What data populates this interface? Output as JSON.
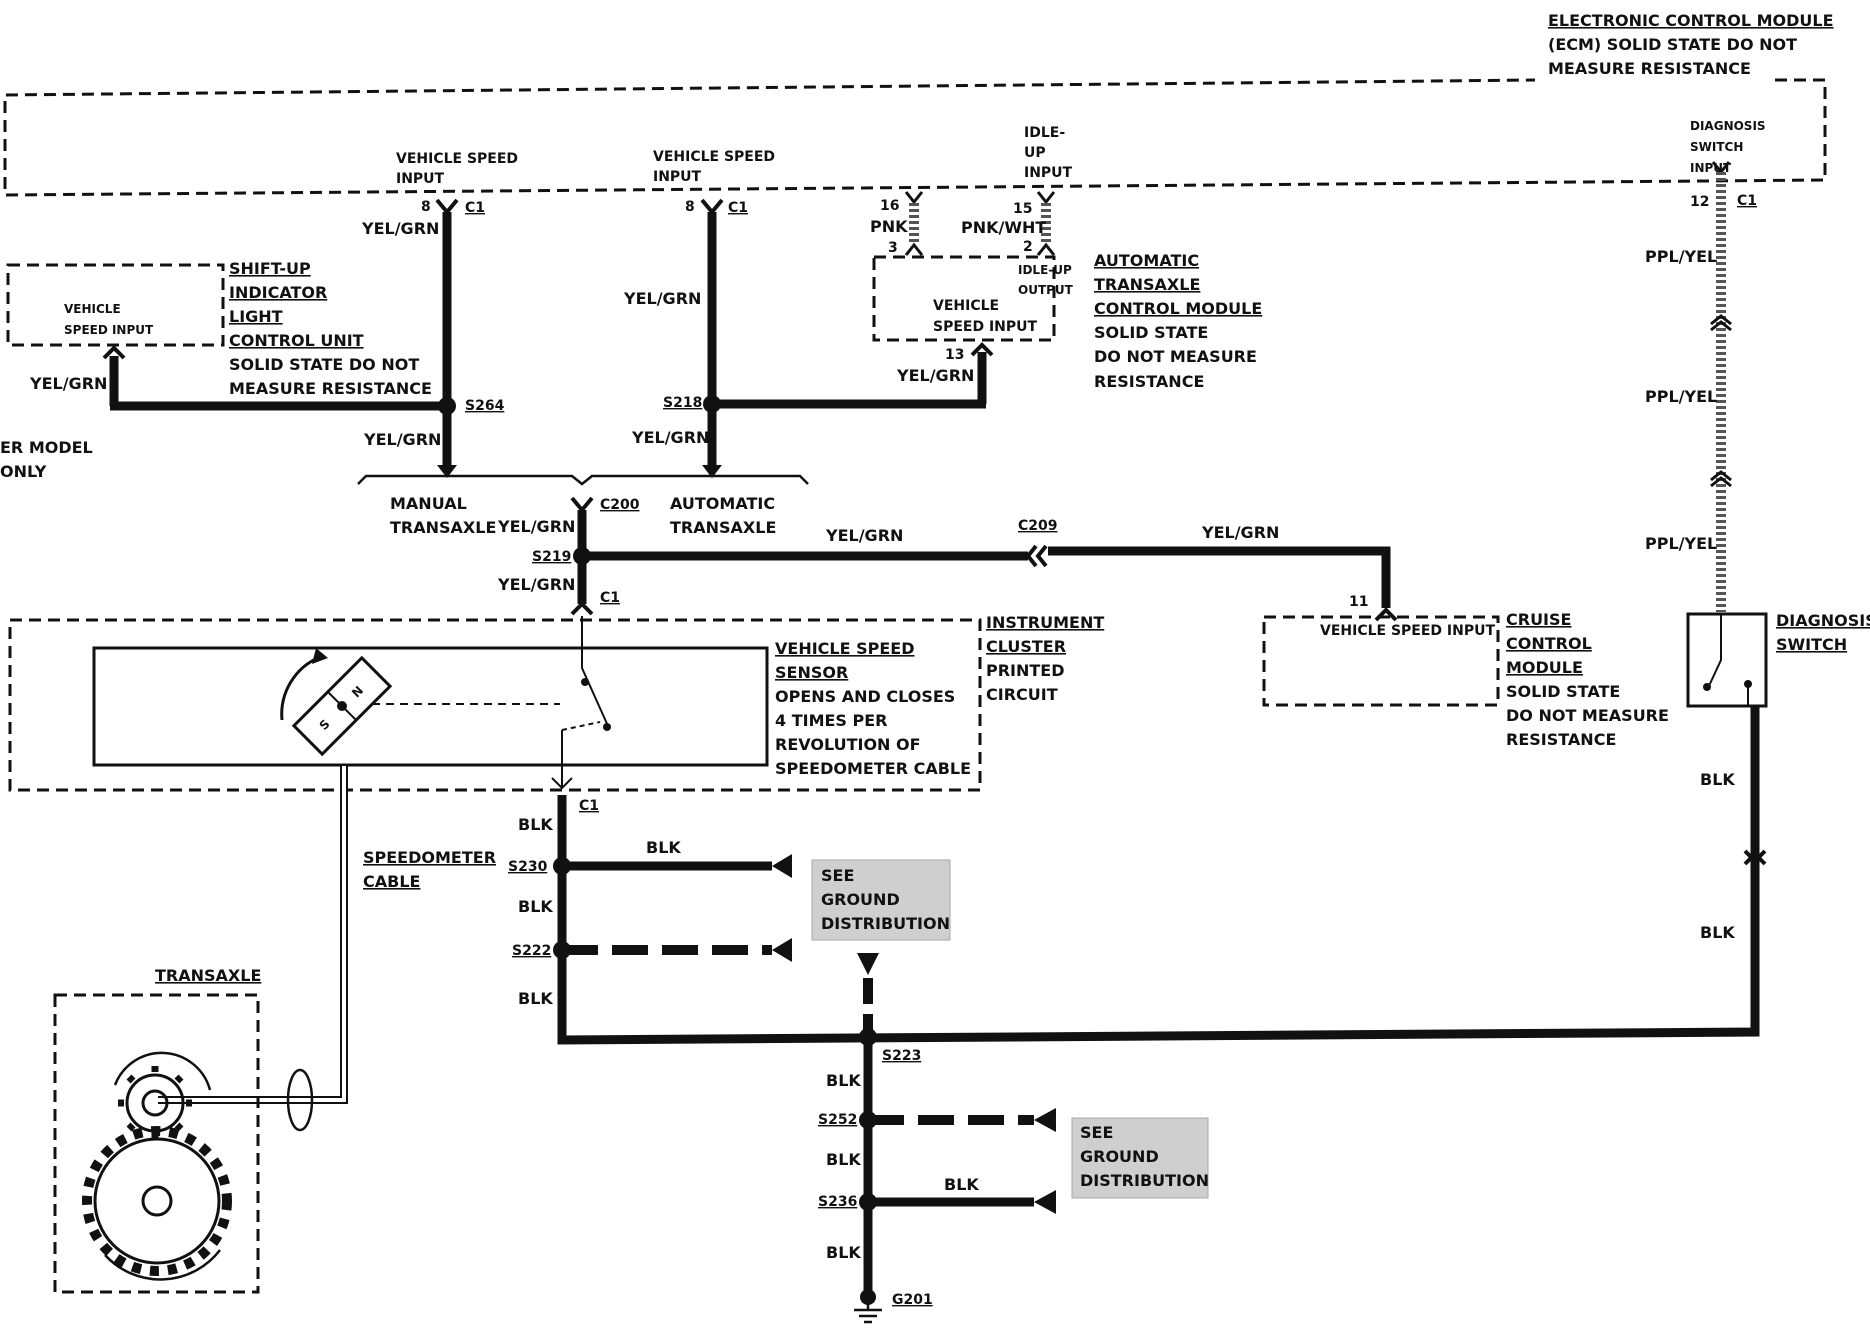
{
  "ecm": {
    "title": "ELECTRONIC CONTROL MODULE",
    "line2": "(ECM) SOLID STATE DO NOT",
    "line3": "MEASURE RESISTANCE",
    "vss_input_1_a": "VEHICLE SPEED",
    "vss_input_1_b": "INPUT",
    "vss_input_2_a": "VEHICLE SPEED",
    "vss_input_2_b": "INPUT",
    "idle_up_a": "IDLE-",
    "idle_up_b": "UP",
    "idle_up_c": "INPUT",
    "diag_a": "DIAGNOSIS",
    "diag_b": "SWITCH",
    "diag_c": "INPUT",
    "pin_8a": "8",
    "pin_8b": "8",
    "pin_16": "16",
    "pin_15": "15",
    "pin_12": "12",
    "c1": "C1"
  },
  "shift_up": {
    "box_a": "VEHICLE",
    "box_b": "SPEED INPUT",
    "l1": "SHIFT-UP",
    "l2": "INDICATOR",
    "l3": "LIGHT",
    "l4": "CONTROL UNIT",
    "l5": "SOLID STATE DO NOT",
    "l6": "MEASURE RESISTANCE"
  },
  "tcm": {
    "box_a": "VEHICLE",
    "box_b": "SPEED INPUT",
    "idle_a": "IDLE-UP",
    "idle_b": "OUTPUT",
    "pin_3": "3",
    "pin_2": "2",
    "pin_13": "13",
    "l1": "AUTOMATIC",
    "l2": "TRANSAXLE",
    "l3": "CONTROL MODULE",
    "l4": "SOLID STATE",
    "l5": "DO NOT MEASURE",
    "l6": "RESISTANCE"
  },
  "wires": {
    "yelgrn": "YEL/GRN",
    "pnk": "PNK",
    "pnkwht": "PNK/WHT",
    "pplyel": "PPL/YEL",
    "blk": "BLK"
  },
  "splices": {
    "s264": "S264",
    "s218": "S218",
    "s219": "S219",
    "s230": "S230",
    "s222": "S222",
    "s223": "S223",
    "s252": "S252",
    "s236": "S236",
    "g201": "G201"
  },
  "connectors": {
    "c200": "C200",
    "c209": "C209",
    "c1": "C1"
  },
  "options": {
    "manual_a": "MANUAL",
    "manual_b": "TRANSAXLE",
    "auto_a": "AUTOMATIC",
    "auto_b": "TRANSAXLE",
    "model_a": "ER MODEL",
    "model_b": "ONLY"
  },
  "cluster": {
    "l1": "INSTRUMENT",
    "l2": "CLUSTER",
    "l3": "PRINTED",
    "l4": "CIRCUIT"
  },
  "vss": {
    "l1": "VEHICLE SPEED",
    "l2": "SENSOR",
    "l3": "OPENS AND CLOSES",
    "l4": "4 TIMES PER",
    "l5": "REVOLUTION OF",
    "l6": "SPEEDOMETER CABLE",
    "n": "N",
    "s": "S"
  },
  "cruise": {
    "pin_11": "11",
    "box": "VEHICLE SPEED INPUT",
    "l1": "CRUISE",
    "l2": "CONTROL",
    "l3": "MODULE",
    "l4": "SOLID STATE",
    "l5": "DO NOT MEASURE",
    "l6": "RESISTANCE"
  },
  "diag_switch": {
    "l1": "DIAGNOSIS",
    "l2": "SWITCH"
  },
  "cable": {
    "l1": "SPEEDOMETER",
    "l2": "CABLE"
  },
  "transaxle": {
    "label": "TRANSAXLE"
  },
  "ground_ref": {
    "l1": "SEE",
    "l2": "GROUND",
    "l3": "DISTRIBUTION"
  }
}
